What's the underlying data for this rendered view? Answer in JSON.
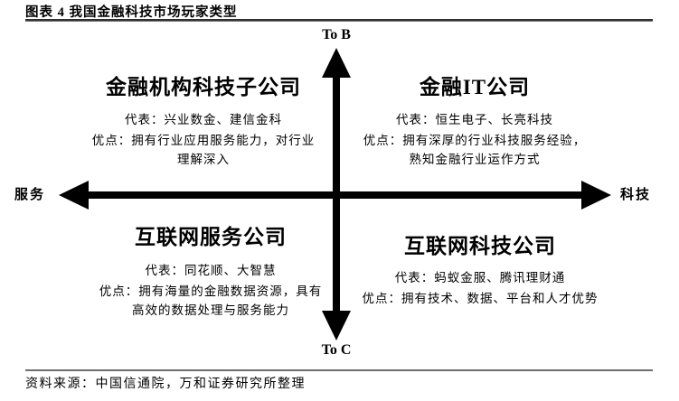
{
  "header": {
    "title": "图表 4  我国金融科技市场玩家类型"
  },
  "axes": {
    "top": "To B",
    "bottom": "To C",
    "left": "服务",
    "right": "科技"
  },
  "quadrants": {
    "top_left": {
      "title": "金融机构科技子公司",
      "representatives": "代表：兴业数金、建信金科",
      "advantages": "优点：拥有行业应用服务能力，对行业理解深入"
    },
    "top_right": {
      "title": "金融IT公司",
      "representatives": "代表：恒生电子、长亮科技",
      "advantages": "优点：拥有深厚的行业科技服务经验，熟知金融行业运作方式"
    },
    "bottom_left": {
      "title": "互联网服务公司",
      "representatives": "代表：同花顺、大智慧",
      "advantages": "优点：拥有海量的金融数据资源，具有高效的数据处理与服务能力"
    },
    "bottom_right": {
      "title": "互联网科技公司",
      "representatives": "代表：蚂蚁金服、腾讯理财通",
      "advantages": "优点：拥有技术、数据、平台和人才优势"
    }
  },
  "footer": {
    "source": "资料来源：中国信通院，万和证券研究所整理"
  },
  "colors": {
    "ink": "#000000",
    "rule_top": "#2e2e2e",
    "rule_bottom": "#6e6e6e",
    "background": "#ffffff"
  }
}
